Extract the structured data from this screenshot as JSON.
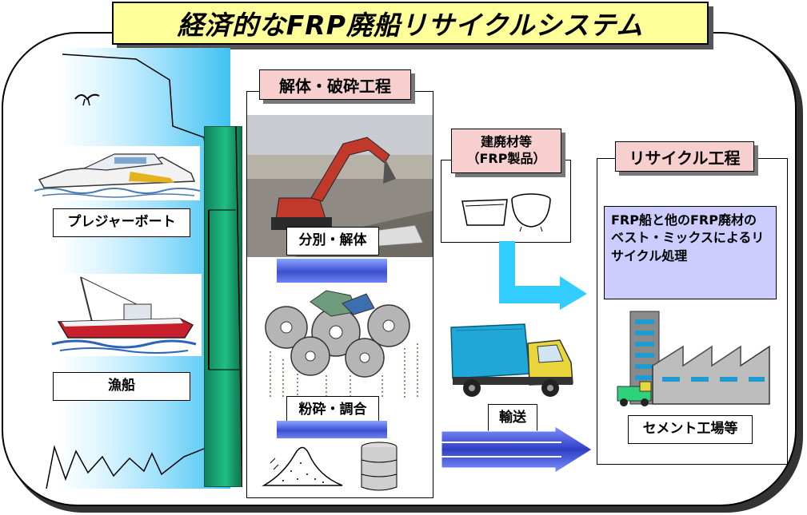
{
  "title": "経済的なFRP廃船リサイクルシステム",
  "boats": {
    "pleasure_label": "プレジャーボート",
    "fishing_label": "漁船"
  },
  "dismantling": {
    "header": "解体・破砕工程",
    "step1_label": "分別・解体",
    "step2_label": "粉砕・調合"
  },
  "building_waste": {
    "line1": "建廃材等",
    "line2": "（FRP製品）"
  },
  "transport": {
    "label": "輸送"
  },
  "recycling": {
    "header": "リサイクル工程",
    "desc": "FRP船と他のFRP廃材のベスト・ミックスによるリサイクル処理",
    "plant_label": "セメント工場等"
  },
  "colors": {
    "title_bg": "#ffff99",
    "header_bg": "#f8cfcf",
    "desc_bg": "#ccccff",
    "arrow_blue": "#33ccff",
    "bar_blue": "#3c4fd0",
    "pier_green": "#1fbf86"
  }
}
